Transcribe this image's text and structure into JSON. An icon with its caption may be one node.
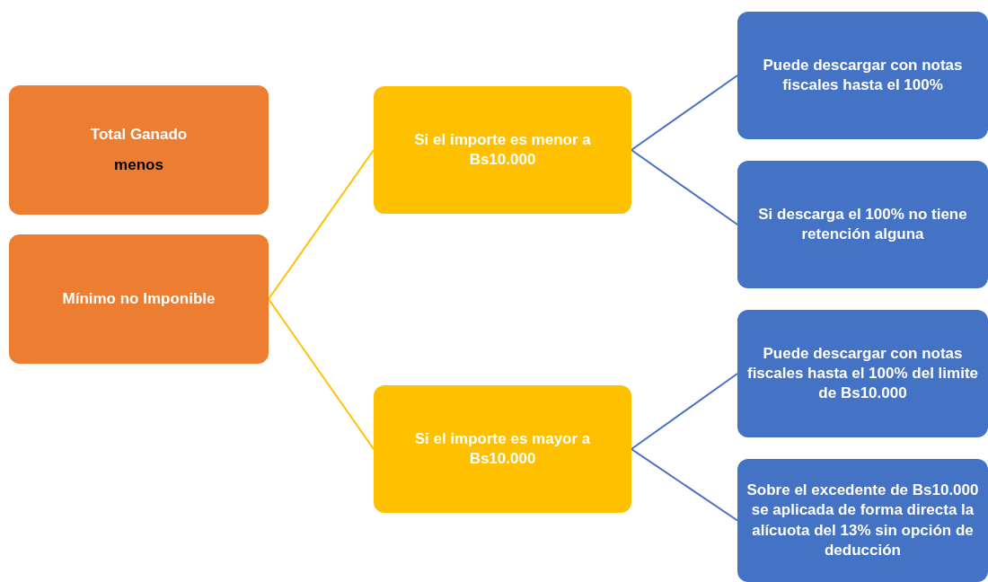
{
  "diagram": {
    "nodes": [
      {
        "text": [
          "Total Ganado",
          "menos"
        ]
      },
      {
        "text": [
          "Mínimo no Imponible"
        ]
      },
      {
        "text": [
          "Si el importe es menor a Bs10.000"
        ]
      },
      {
        "text": [
          "Si el importe es mayor a Bs10.000"
        ]
      },
      {
        "text": [
          "Puede descargar con notas fiscales hasta el 100%"
        ]
      },
      {
        "text": [
          "Si descarga el 100% no tiene retención alguna"
        ]
      },
      {
        "text": [
          "Puede descargar con notas fiscales hasta el 100% del limite de Bs10.000"
        ]
      },
      {
        "text": [
          "Sobre el excedente de Bs10.000 se aplicada de forma directa la alícuota del 13% sin opción de deducción"
        ]
      }
    ],
    "edges": [
      {
        "from": 1,
        "to": 2,
        "arrow": "none",
        "color": "#ffc000"
      },
      {
        "from": 1,
        "to": 3,
        "arrow": "none",
        "color": "#ffc000"
      },
      {
        "from": 2,
        "to": 4,
        "arrow": "none"
      },
      {
        "from": 2,
        "to": 5,
        "arrow": "none"
      },
      {
        "from": 3,
        "to": 6,
        "arrow": "none"
      },
      {
        "from": 3,
        "to": 7,
        "arrow": "none"
      }
    ]
  }
}
